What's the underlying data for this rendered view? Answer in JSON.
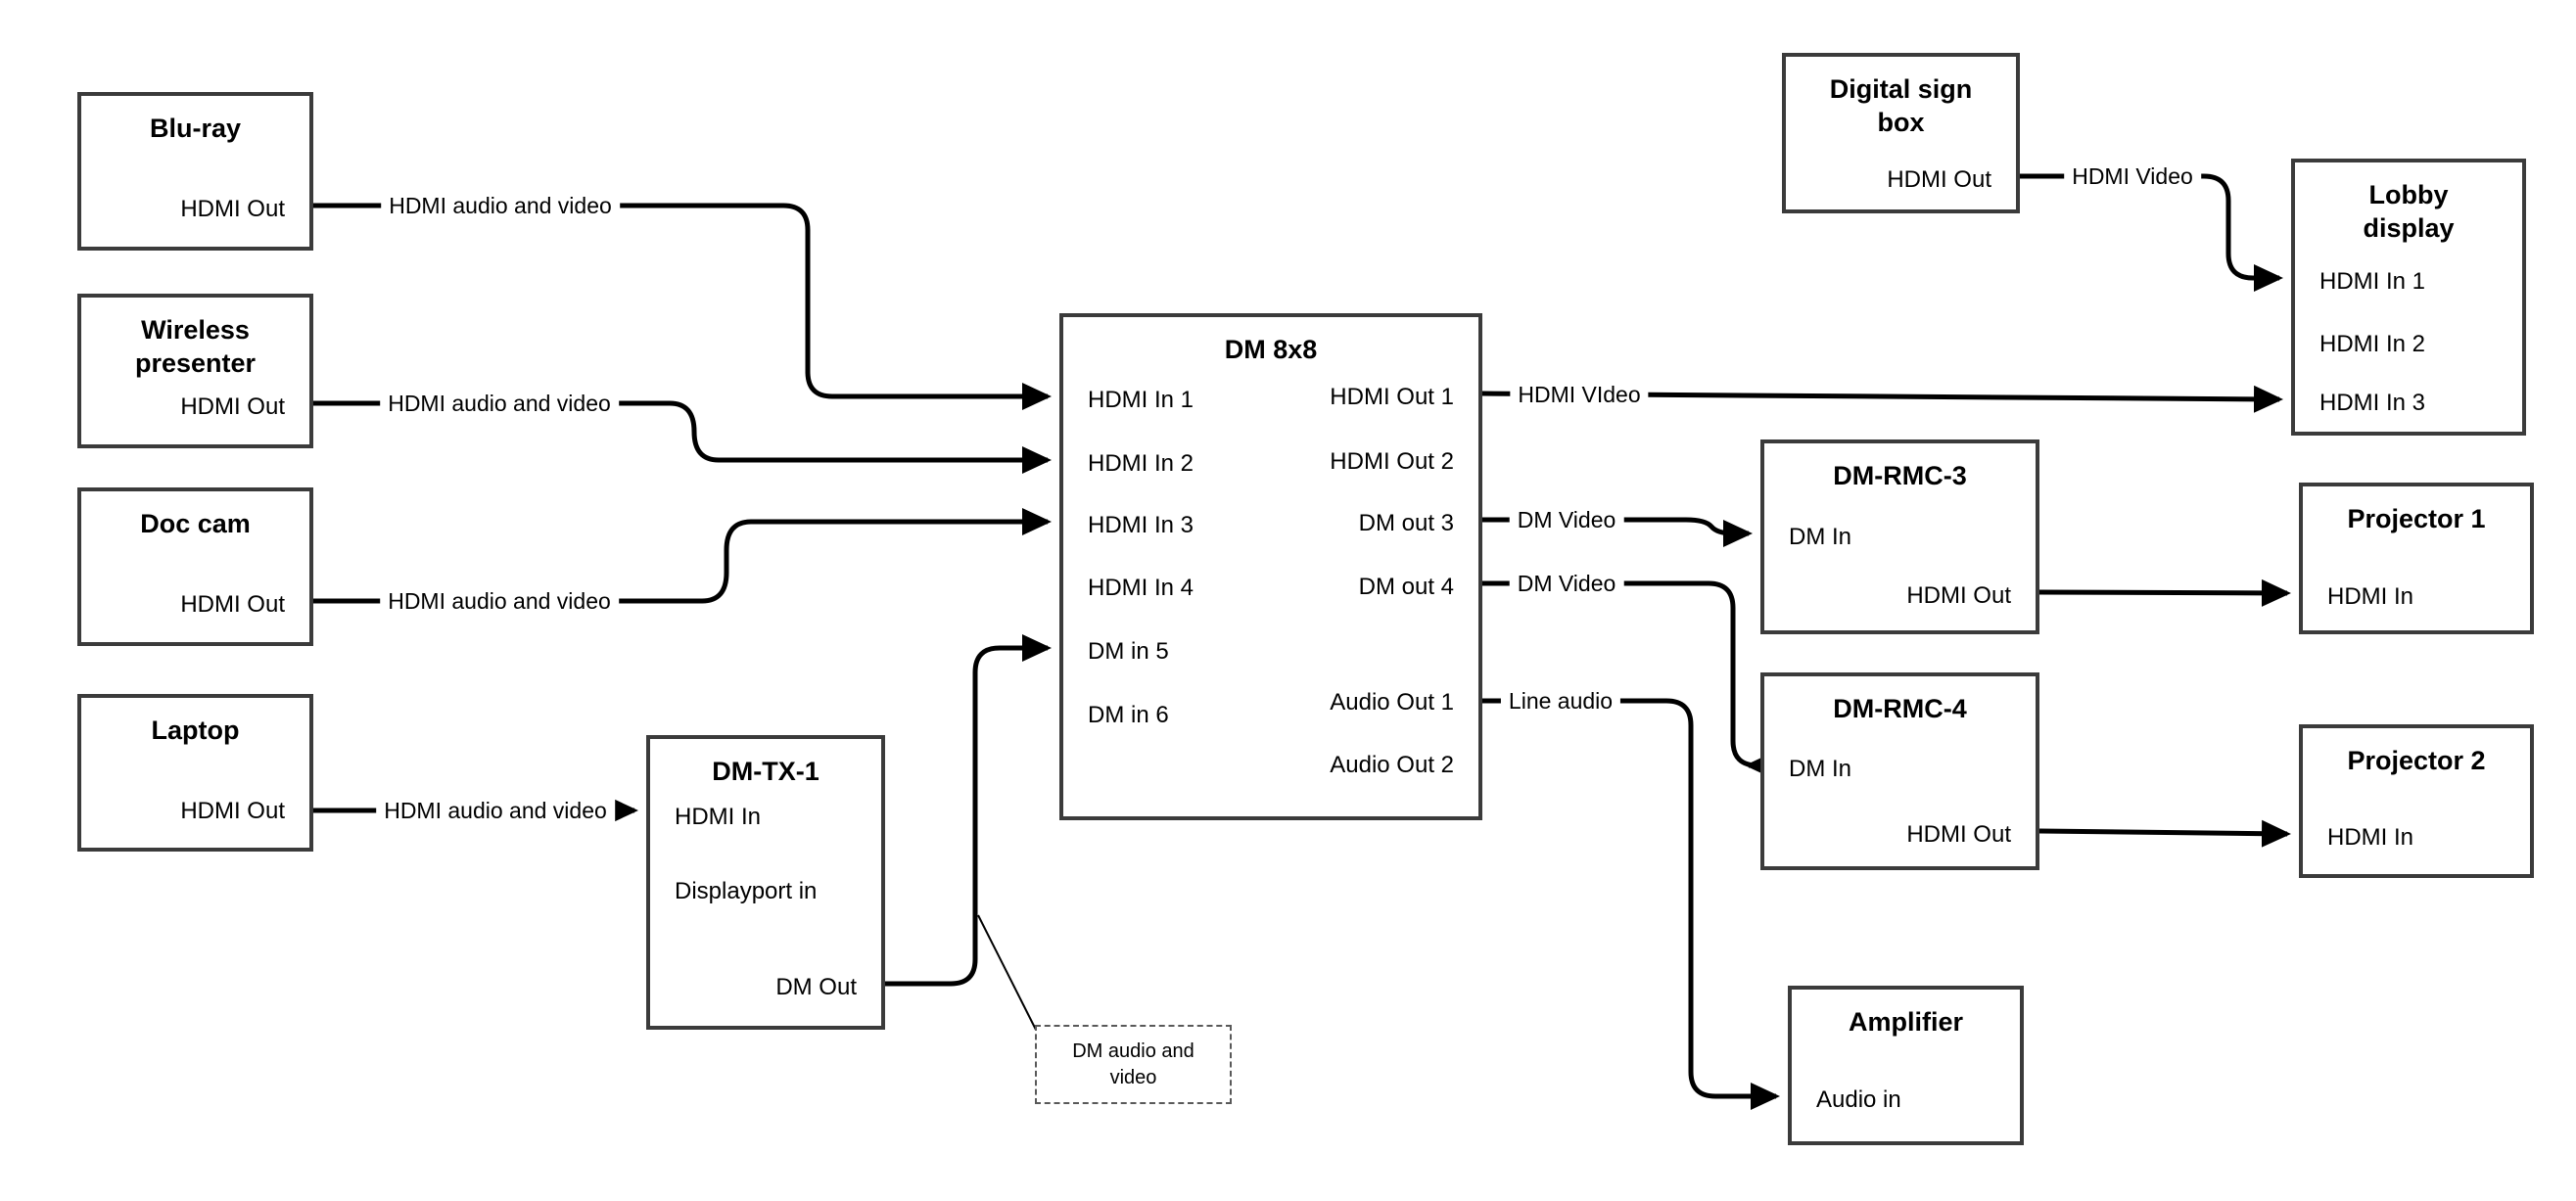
{
  "colors": {
    "wire": "#000000",
    "box_border": "#3b3b3b",
    "background": "#ffffff",
    "text": "#000000"
  },
  "boxes": {
    "bluray": {
      "title": "Blu-ray",
      "port_hdmi_out": "HDMI Out"
    },
    "wireless": {
      "title": "Wireless presenter",
      "port_hdmi_out": "HDMI Out"
    },
    "doccam": {
      "title": "Doc cam",
      "port_hdmi_out": "HDMI Out"
    },
    "laptop": {
      "title": "Laptop",
      "port_hdmi_out": "HDMI Out"
    },
    "dmtx1": {
      "title": "DM-TX-1",
      "port_hdmi_in": "HDMI In",
      "port_displayport_in": "Displayport in",
      "port_dm_out": "DM Out"
    },
    "dm8x8": {
      "title": "DM 8x8",
      "port_hdmi_in_1": "HDMI In 1",
      "port_hdmi_in_2": "HDMI In 2",
      "port_hdmi_in_3": "HDMI In 3",
      "port_hdmi_in_4": "HDMI In 4",
      "port_dm_in_5": "DM in 5",
      "port_dm_in_6": "DM in 6",
      "port_hdmi_out_1": "HDMI Out 1",
      "port_hdmi_out_2": "HDMI Out 2",
      "port_dm_out_3": "DM out 3",
      "port_dm_out_4": "DM out 4",
      "port_audio_out_1": "Audio Out 1",
      "port_audio_out_2": "Audio Out 2"
    },
    "digital_sign": {
      "title": "Digital sign box",
      "port_hdmi_out": "HDMI Out"
    },
    "lobby": {
      "title": "Lobby display",
      "port_hdmi_in_1": "HDMI In 1",
      "port_hdmi_in_2": "HDMI In 2",
      "port_hdmi_in_3": "HDMI In 3"
    },
    "dmrmc3": {
      "title": "DM-RMC-3",
      "port_dm_in": "DM In",
      "port_hdmi_out": "HDMI Out"
    },
    "proj1": {
      "title": "Projector 1",
      "port_hdmi_in": "HDMI In"
    },
    "dmrmc4": {
      "title": "DM-RMC-4",
      "port_dm_in": "DM In",
      "port_hdmi_out": "HDMI Out"
    },
    "proj2": {
      "title": "Projector 2",
      "port_hdmi_in": "HDMI In"
    },
    "amplifier": {
      "title": "Amplifier",
      "port_audio_in": "Audio in"
    }
  },
  "edge_labels": {
    "bluray": "HDMI audio and video",
    "wireless": "HDMI audio and video",
    "doccam": "HDMI audio and video",
    "laptop": "HDMI audio and video",
    "hdmi_out_1": "HDMI VIdeo",
    "dm_out_3": "DM Video",
    "dm_out_4": "DM Video",
    "audio_out_1": "Line audio",
    "digital_sign": "HDMI Video"
  },
  "callout": {
    "text": "DM audio and video"
  }
}
